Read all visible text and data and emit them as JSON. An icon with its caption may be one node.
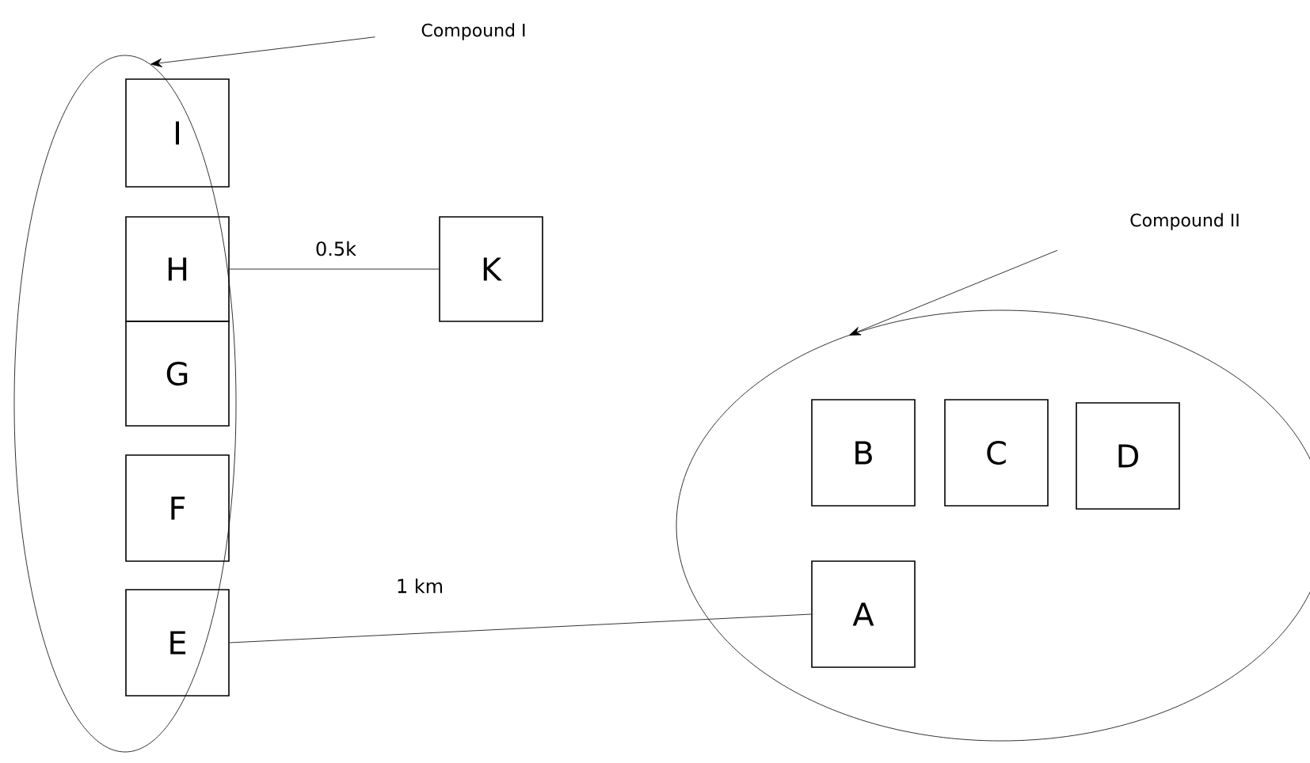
{
  "diagram": {
    "nodes": [
      {
        "text": [
          "Compound I"
        ]
      },
      {
        "text": [],
        "shape": "ellipse"
      },
      {
        "text": [
          "I"
        ],
        "in": 1
      },
      {
        "text": [
          "H"
        ],
        "in": 1
      },
      {
        "text": [
          "G"
        ],
        "in": 1
      },
      {
        "text": [
          "F"
        ],
        "in": 1
      },
      {
        "text": [
          "E"
        ],
        "in": 1
      },
      {
        "text": [
          "K"
        ]
      },
      {
        "text": [
          "Compound II"
        ]
      },
      {
        "text": [],
        "shape": "ellipse"
      },
      {
        "text": [
          "B"
        ],
        "in": 9
      },
      {
        "text": [
          "C"
        ],
        "in": 9
      },
      {
        "text": [
          "D"
        ],
        "in": 9
      },
      {
        "text": [
          "A"
        ],
        "in": 9
      }
    ],
    "edges": [
      {
        "from": 0,
        "to": 1,
        "arrow": "to"
      },
      {
        "from": 3,
        "to": 7,
        "arrow": "none",
        "label": "0.5k"
      },
      {
        "from": 8,
        "to": 9,
        "arrow": "to"
      },
      {
        "from": 6,
        "to": 13,
        "arrow": "none",
        "label": "1 km"
      }
    ]
  }
}
